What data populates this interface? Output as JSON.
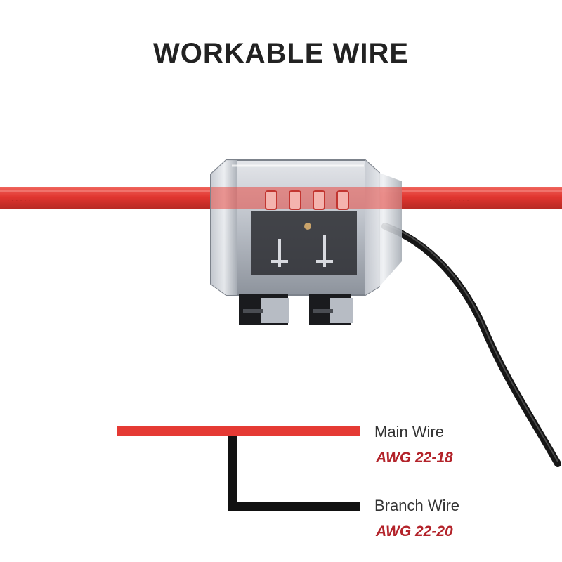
{
  "title": "WORKABLE WIRE",
  "legend": {
    "main": {
      "label": "Main Wire",
      "spec": "AWG 22-18"
    },
    "branch": {
      "label": "Branch Wire",
      "spec": "AWG 22-20"
    }
  },
  "colors": {
    "main_wire": "#e53a34",
    "branch_wire": "#111111",
    "spec_text": "#b3232a",
    "title_text": "#222222"
  }
}
